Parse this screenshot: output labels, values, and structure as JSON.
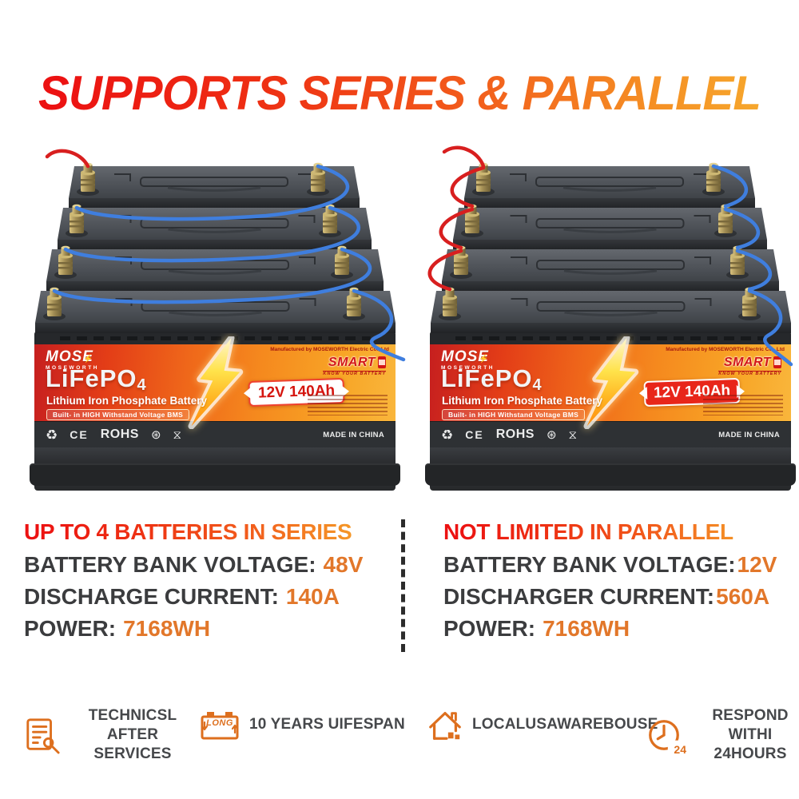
{
  "title": "SUPPORTS SERIES & PARALLEL",
  "battery": {
    "brand": "MOSE",
    "brand_sub": "MOSEWORTH",
    "logo_bolt": "⚡",
    "manufactured": "Manufactured by MOSEWORTH Electric Co., Ltd",
    "smart": "SMART",
    "smart_sub": "KNOW YOUR BATTERY",
    "product": "LiFePO",
    "product_sub": "4",
    "subtitle": "Lithium Iron Phosphate Battery",
    "bms_badge": "Built- in HIGH Withstand Voltage BMS",
    "rating": "12V 140Ah",
    "made_in": "MADE IN CHINA",
    "certs": [
      {
        "name": "recycle-icon",
        "glyph": "♻"
      },
      {
        "name": "ce-mark",
        "glyph": "CE"
      },
      {
        "name": "rohs-label",
        "glyph": "ROHS"
      },
      {
        "name": "keep-away-icon",
        "glyph": "⊛"
      },
      {
        "name": "hourglass-icon",
        "glyph": "⧖"
      }
    ]
  },
  "series_section": {
    "heading": "UP TO 4 BATTERIES IN SERIES",
    "specs": [
      {
        "label": "BATTERY BANK VOLTAGE:",
        "value": "48V"
      },
      {
        "label": "DISCHARGE CURRENT:",
        "value": "140A"
      },
      {
        "label": "POWER:",
        "value": "7168WH"
      }
    ]
  },
  "parallel_section": {
    "heading": "NOT LIMITED IN PARALLEL",
    "specs": [
      {
        "label": "BATTERY BANK VOLTAGE:",
        "value": "12V"
      },
      {
        "label": "DISCHARGER CURRENT:",
        "value": "560A"
      },
      {
        "label": "POWER:",
        "value": "7168WH"
      }
    ]
  },
  "features": [
    {
      "icon": "after-service-icon",
      "label": "TECHNICSL AFTER SERVICES"
    },
    {
      "icon": "long-lifespan-battery-icon",
      "icon_text": "LONG",
      "label": "10 YEARS UIFESPAN"
    },
    {
      "icon": "warehouse-icon",
      "label": "LOCALUSAWAREBOUSE"
    },
    {
      "icon": "clock-24-icon",
      "icon_text": "24",
      "label": "RESPOND WITHI 24HOURS"
    }
  ],
  "colors": {
    "gradient_red": "#ec1212",
    "gradient_orange": "#f6a62c",
    "value_orange": "#e2772a",
    "wire_blue": "#3f7ede",
    "wire_red": "#d81f1f",
    "icon_orange": "#dd6f1e"
  }
}
